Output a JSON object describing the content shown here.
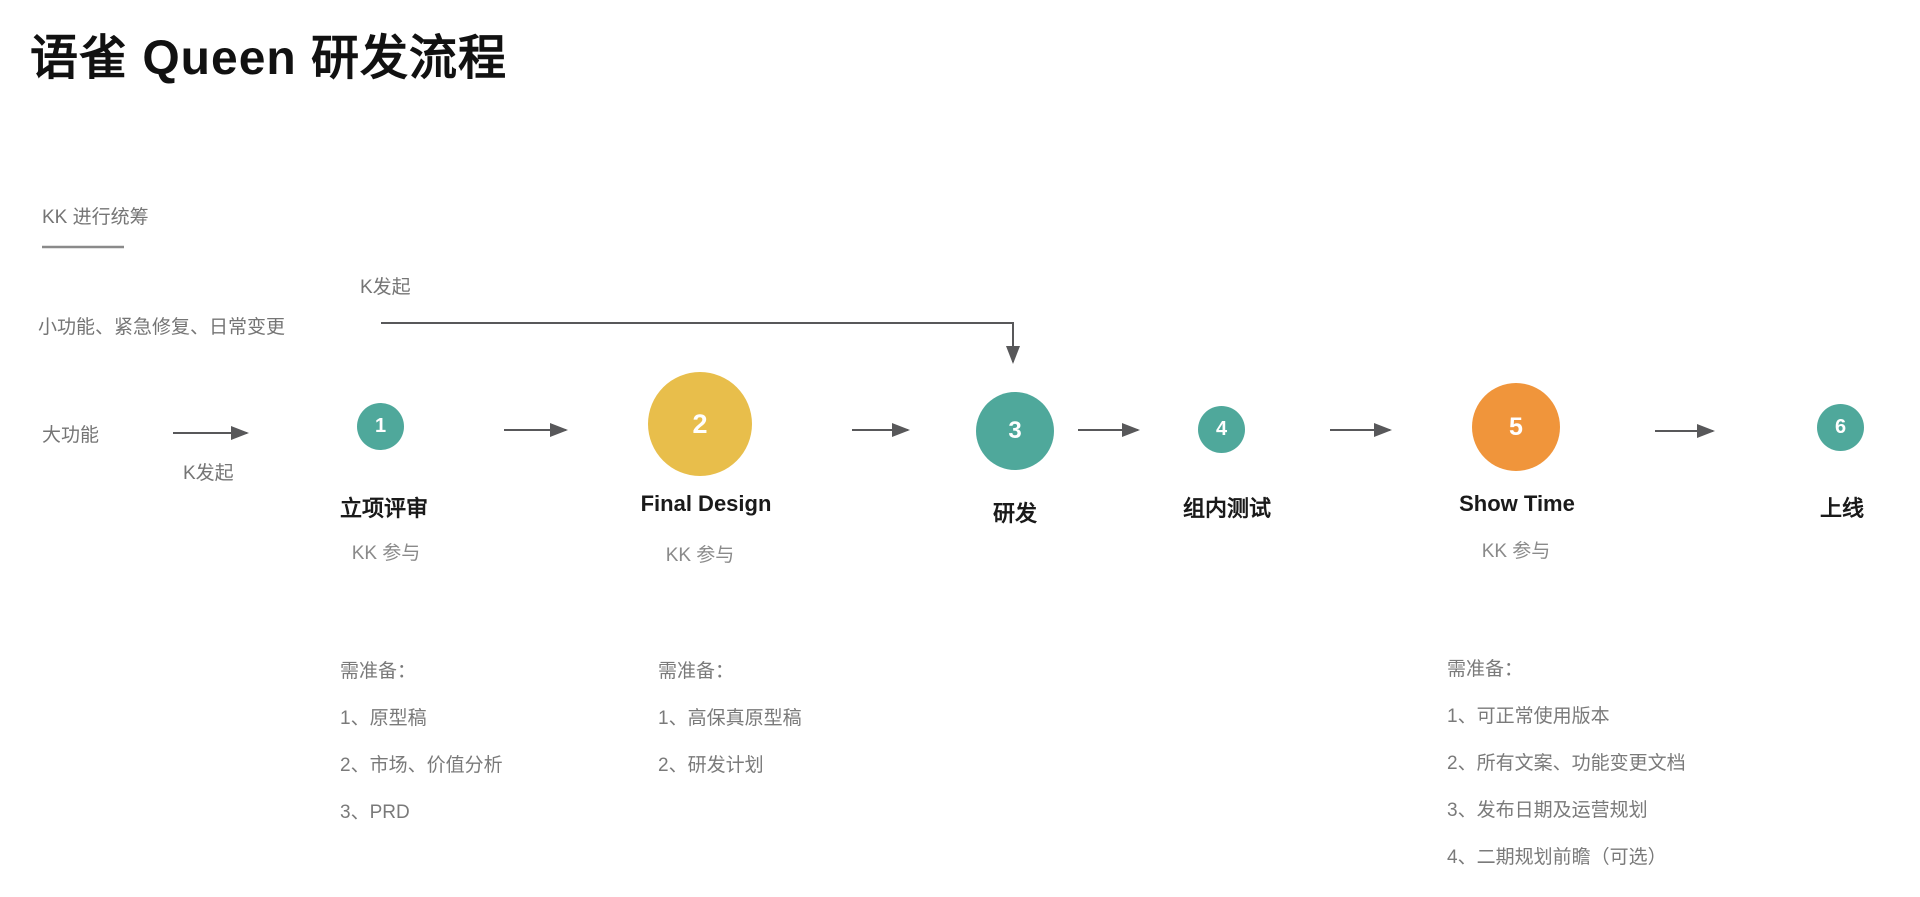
{
  "header": {
    "title": "语雀 Queen 研发流程"
  },
  "legend": {
    "label": "KK 进行统筹"
  },
  "branches": {
    "small_changes": {
      "label": "小功能、紧急修复、日常变更",
      "initiator": "K发起"
    },
    "large_feature": {
      "label": "大功能",
      "initiator": "K发起"
    }
  },
  "steps": [
    {
      "number": "1",
      "label": "立项评审",
      "sublabel": "KK 参与"
    },
    {
      "number": "2",
      "label": "Final Design",
      "sublabel": "KK 参与"
    },
    {
      "number": "3",
      "label": "研发",
      "sublabel": ""
    },
    {
      "number": "4",
      "label": "组内测试",
      "sublabel": ""
    },
    {
      "number": "5",
      "label": "Show Time",
      "sublabel": "KK 参与"
    },
    {
      "number": "6",
      "label": "上线",
      "sublabel": ""
    }
  ],
  "checklists": [
    {
      "title": "需准备：",
      "items": [
        "1、原型稿",
        "2、市场、价值分析",
        "3、PRD"
      ]
    },
    {
      "title": "需准备：",
      "items": [
        "1、高保真原型稿",
        "2、研发计划"
      ]
    },
    {
      "title": "需准备：",
      "items": [
        "1、可正常使用版本",
        "2、所有文案、功能变更文档",
        "3、发布日期及运营规划",
        "4、二期规划前瞻（可选）"
      ]
    }
  ],
  "colors": {
    "teal": "#4fa89b",
    "yellow": "#e8be4b",
    "orange": "#f0953b",
    "arrow": "#58585a"
  }
}
